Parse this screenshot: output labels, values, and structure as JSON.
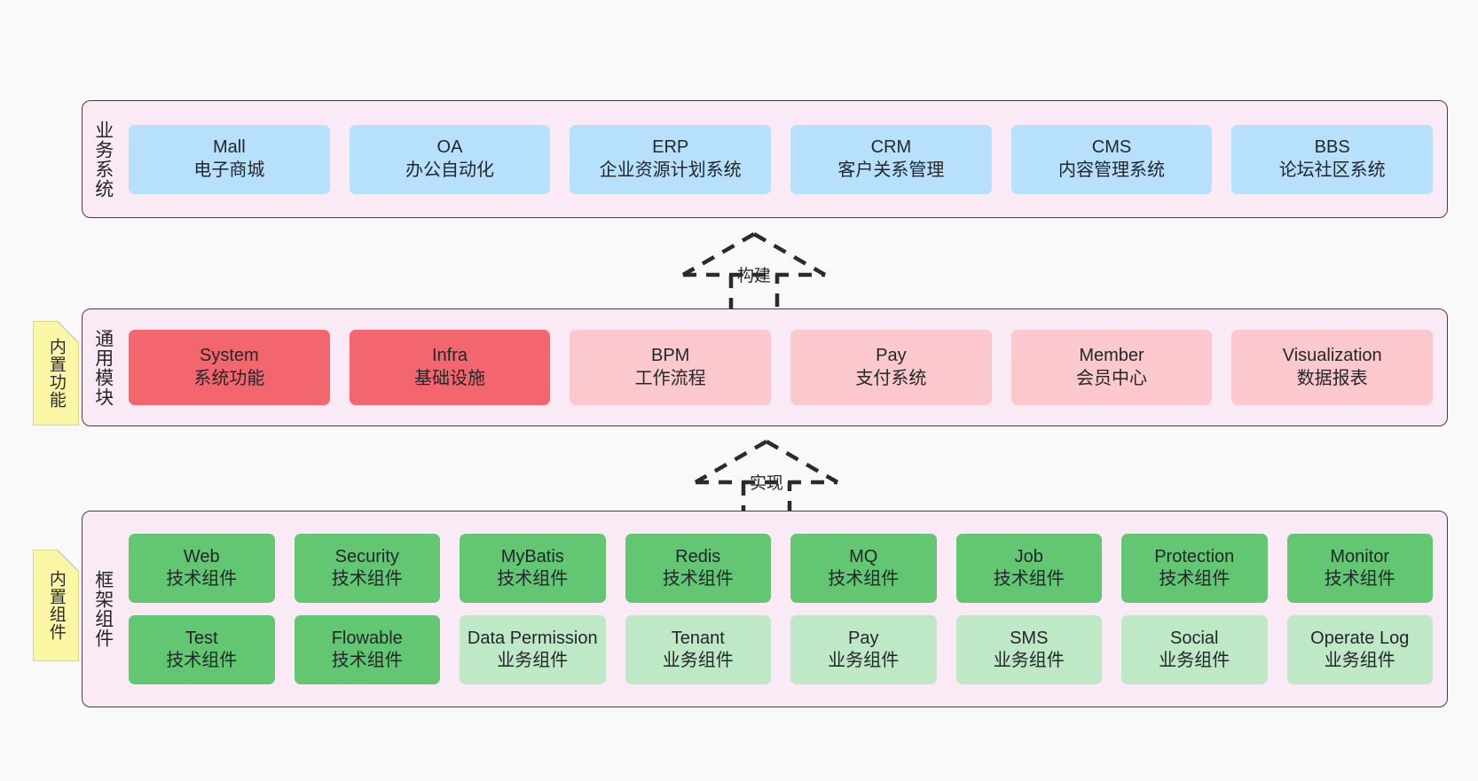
{
  "diagram": {
    "title": "",
    "background": "#f9f9f9",
    "colors": {
      "panel_fill": "#faeaf5",
      "panel_border": "#4a3b44",
      "business_box": "#b6e0fb",
      "module_enabled": "#f4666e",
      "module_disabled": "#fbc8ce",
      "tech_component": "#63c673",
      "business_component": "#bfe8c6",
      "note_fill": "#fbf7a5"
    }
  },
  "layers": {
    "business": {
      "title": "业务系统",
      "boxes": [
        {
          "name": "Mall",
          "desc": "电子商城"
        },
        {
          "name": "OA",
          "desc": "办公自动化"
        },
        {
          "name": "ERP",
          "desc": "企业资源计划系统"
        },
        {
          "name": "CRM",
          "desc": "客户关系管理"
        },
        {
          "name": "CMS",
          "desc": "内容管理系统"
        },
        {
          "name": "BBS",
          "desc": "论坛社区系统"
        }
      ]
    },
    "modules": {
      "title": "通用模块",
      "note": "内置功能",
      "boxes": [
        {
          "name": "System",
          "desc": "系统功能",
          "state": "on"
        },
        {
          "name": "Infra",
          "desc": "基础设施",
          "state": "on"
        },
        {
          "name": "BPM",
          "desc": "工作流程",
          "state": "off"
        },
        {
          "name": "Pay",
          "desc": "支付系统",
          "state": "off"
        },
        {
          "name": "Member",
          "desc": "会员中心",
          "state": "off"
        },
        {
          "name": "Visualization",
          "desc": "数据报表",
          "state": "off"
        }
      ]
    },
    "framework": {
      "title": "框架组件",
      "note": "内置组件",
      "row1": [
        {
          "name": "Web",
          "desc": "技术组件"
        },
        {
          "name": "Security",
          "desc": "技术组件"
        },
        {
          "name": "MyBatis",
          "desc": "技术组件"
        },
        {
          "name": "Redis",
          "desc": "技术组件"
        },
        {
          "name": "MQ",
          "desc": "技术组件"
        },
        {
          "name": "Job",
          "desc": "技术组件"
        },
        {
          "name": "Protection",
          "desc": "技术组件"
        },
        {
          "name": "Monitor",
          "desc": "技术组件"
        }
      ],
      "row2": [
        {
          "name": "Test",
          "desc": "技术组件",
          "kind": "tech"
        },
        {
          "name": "Flowable",
          "desc": "技术组件",
          "kind": "tech"
        },
        {
          "name": "Data Permission",
          "desc": "业务组件",
          "kind": "biz"
        },
        {
          "name": "Tenant",
          "desc": "业务组件",
          "kind": "biz"
        },
        {
          "name": "Pay",
          "desc": "业务组件",
          "kind": "biz"
        },
        {
          "name": "SMS",
          "desc": "业务组件",
          "kind": "biz"
        },
        {
          "name": "Social",
          "desc": "业务组件",
          "kind": "biz"
        },
        {
          "name": "Operate Log",
          "desc": "业务组件",
          "kind": "biz"
        }
      ]
    }
  },
  "connectors": [
    {
      "id": "build",
      "label": "构建"
    },
    {
      "id": "implement",
      "label": "实现"
    }
  ]
}
